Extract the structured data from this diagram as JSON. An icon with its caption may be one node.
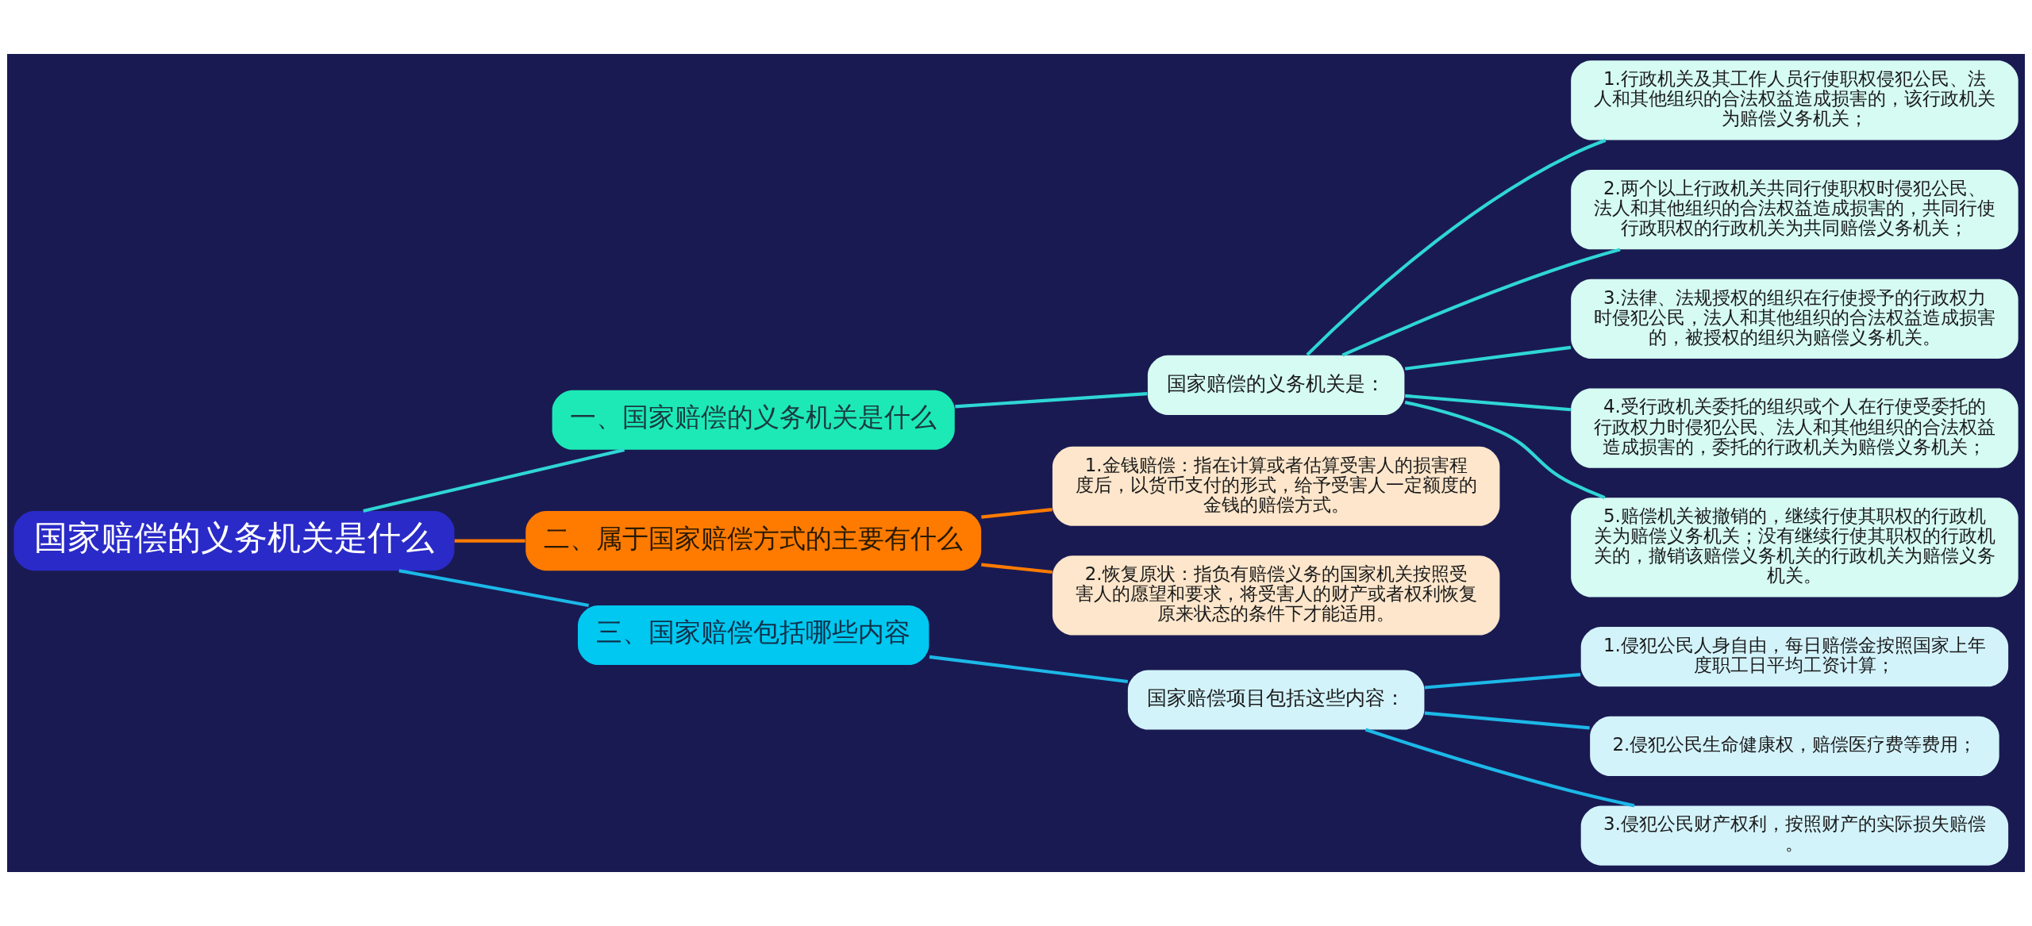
{
  "diagram": {
    "nodes": [
      {
        "text": [
          "国家赔偿的义务机关是什么"
        ]
      },
      {
        "text": [
          "一、国家赔偿的义务机关是什么"
        ]
      },
      {
        "text": [
          "国家赔偿的义务机关是："
        ]
      },
      {
        "text": [
          "1.行政机关及其工作人员行使职权侵犯公民、法人和其他组织的合法权益造成损害的，该行政机关为赔偿义务机关；"
        ]
      },
      {
        "text": [
          "2.两个以上行政机关共同行使职权时侵犯公民、法人和其他组织的合法权益造成损害的，共同行使行政职权的行政机关为共同赔偿义务机关；"
        ]
      },
      {
        "text": [
          "3.法律、法规授权的组织在行使授予的行政权力时侵犯公民，法人和其他组织的合法权益造成损害的，被授权的组织为赔偿义务机关。"
        ]
      },
      {
        "text": [
          "4.受行政机关委托的组织或个人在行使受委托的行政权力时侵犯公民、法人和其他组织的合法权益造成损害的，委托的行政机关为赔偿义务机关；"
        ]
      },
      {
        "text": [
          "5.赔偿机关被撤销的，继续行使其职权的行政机关为赔偿义务机关；没有继续行使其职权的行政机关的，撤销该赔偿义务机关的行政机关为赔偿义务机关。"
        ]
      },
      {
        "text": [
          "二、属于国家赔偿方式的主要有什么"
        ]
      },
      {
        "text": [
          "1.金钱赔偿：指在计算或者估算受害人的损害程度后，以货币支付的形式，给予受害人一定额度的金钱的赔偿方式。"
        ]
      },
      {
        "text": [
          "2.恢复原状：指负有赔偿义务的国家机关按照受害人的愿望和要求，将受害人的财产或者权利恢复原来状态的条件下才能适用。"
        ]
      },
      {
        "text": [
          "三、国家赔偿包括哪些内容"
        ]
      },
      {
        "text": [
          "国家赔偿项目包括这些内容："
        ]
      },
      {
        "text": [
          "1.侵犯公民人身自由，每日赔偿金按照国家上年度职工日平均工资计算；"
        ]
      },
      {
        "text": [
          "2.侵犯公民生命健康权，赔偿医疗费等费用；"
        ]
      },
      {
        "text": [
          "3.侵犯公民财产权利，按照财产的实际损失赔偿。"
        ]
      }
    ],
    "edges": [
      {
        "from": 0,
        "to": 1,
        "arrow": "none"
      },
      {
        "from": 1,
        "to": 2,
        "arrow": "none"
      },
      {
        "from": 2,
        "to": 3,
        "arrow": "none"
      },
      {
        "from": 2,
        "to": 4,
        "arrow": "none"
      },
      {
        "from": 2,
        "to": 5,
        "arrow": "none"
      },
      {
        "from": 2,
        "to": 6,
        "arrow": "none"
      },
      {
        "from": 2,
        "to": 7,
        "arrow": "none"
      },
      {
        "from": 0,
        "to": 8,
        "arrow": "none",
        "color": "#ff7b00"
      },
      {
        "from": 8,
        "to": 9,
        "arrow": "none",
        "color": "#ff7b00"
      },
      {
        "from": 8,
        "to": 10,
        "arrow": "none",
        "color": "#ff7b00"
      },
      {
        "from": 0,
        "to": 11,
        "arrow": "none",
        "color": "#1cb8e8"
      },
      {
        "from": 11,
        "to": 12,
        "arrow": "none",
        "color": "#1cb8e8"
      },
      {
        "from": 12,
        "to": 13,
        "arrow": "none",
        "color": "#1cb8e8"
      },
      {
        "from": 12,
        "to": 14,
        "arrow": "none",
        "color": "#1cb8e8"
      },
      {
        "from": 12,
        "to": 15,
        "arrow": "none",
        "color": "#1cb8e8"
      }
    ]
  }
}
